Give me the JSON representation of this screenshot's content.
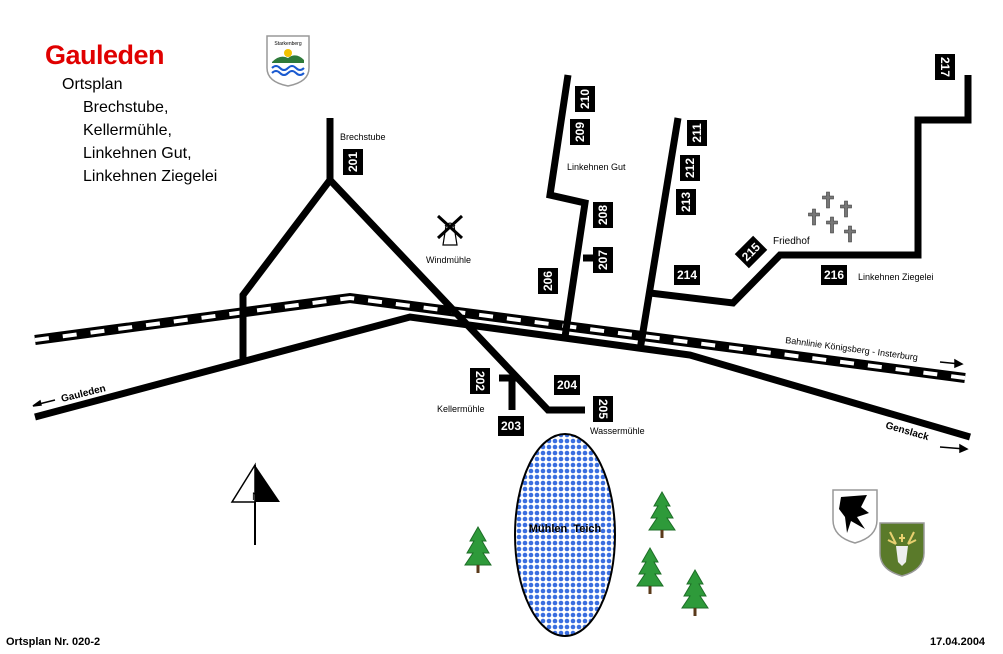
{
  "header": {
    "title": "Gauleden",
    "subtitle": "Ortsplan",
    "places": [
      "Brechstube,",
      "Kellermühle,",
      "Linkehnen Gut,",
      "Linkehnen Ziegelei"
    ]
  },
  "labels": {
    "brechstube": "Brechstube",
    "linkehnen_gut": "Linkehnen Gut",
    "windmuehle": "Windmühle",
    "kellermuehle": "Kellermühle",
    "wassermuehle": "Wassermühle",
    "friedhof": "Friedhof",
    "linkehnen_ziegelei": "Linkehnen Ziegelei",
    "railway": "Bahnlinie Königsberg - Insterburg",
    "to_gauleden": "Gauleden",
    "to_genslack": "Genslack",
    "pond": "Mühlen  Teich",
    "north": "N",
    "coat_starkenberg": "Starkenberg"
  },
  "markers": {
    "m201": "201",
    "m202": "202",
    "m203": "203",
    "m204": "204",
    "m205": "205",
    "m206": "206",
    "m207": "207",
    "m208": "208",
    "m209": "209",
    "m210": "210",
    "m211": "211",
    "m212": "212",
    "m213": "213",
    "m214": "214",
    "m215": "215",
    "m216": "216",
    "m217": "217"
  },
  "footer": {
    "plan_number": "Ortsplan Nr. 020-2",
    "date": "17.04.2004"
  },
  "colors": {
    "title": "#e00000",
    "pond": "#3a6ee0",
    "tree": "#2e9a3a"
  }
}
